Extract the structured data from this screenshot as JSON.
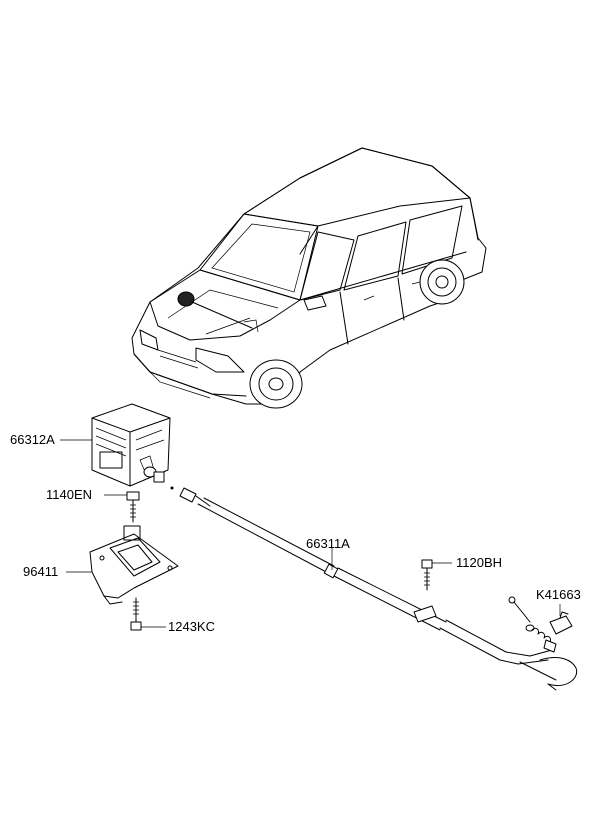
{
  "parts": {
    "p66312A": "66312A",
    "p1140EN": "1140EN",
    "p96411": "96411",
    "p1243KC": "1243KC",
    "p66311A": "66311A",
    "p1120BH": "1120BH",
    "pK41663": "K41663"
  }
}
